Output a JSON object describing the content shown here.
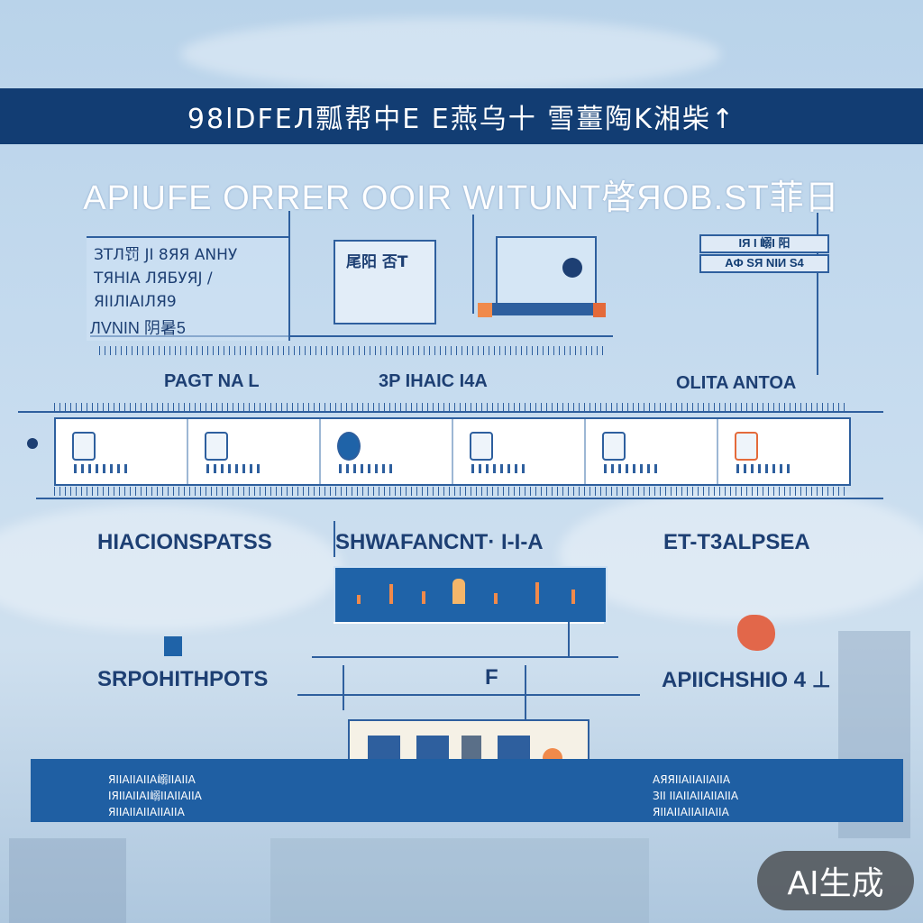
{
  "banner": {
    "title": "98lDFЕЛ瓢帮中E E燕乌十 雪薑陶K湘柴↑"
  },
  "headline": "APIUFE ORRER OOIR WITUNT啓ЯOB.ST菲日",
  "left_panel": {
    "lines": [
      "ЗТЛ罚 JI 8ЯЯ ANНУ",
      "ТЯНIA ЛЯБУЯJ /",
      "ЯIIЛIAIЛЯ9",
      "ЛVNIN 阴暑5"
    ]
  },
  "center_box": {
    "text": "尾阳 否T"
  },
  "right_tags": {
    "line1": "IЯ I 嵶I 阳",
    "line2": "AФ SЯ NIИ S4"
  },
  "section_labels": {
    "upper_left": "PAGT NA L",
    "upper_mid": "3P IHAIC I4A",
    "upper_right": "OLITA ANTOA",
    "mid_left": "HIACIONSPATSS",
    "mid_center": "SHWAFANCNT· I-I-A",
    "mid_right": "ET-T3ALPSEA",
    "low_left": "SRPOHITHPOTS",
    "low_center": "F",
    "low_right": "APIICHSHIO 4 ⊥"
  },
  "bottom_band": {
    "left_lines": [
      "ЯIIAIIAIIA嵶IIAIIA",
      "IЯIIAIIAI嵶IIAIIAIIA",
      "ЯIIAIIAIIAIIAIIA"
    ],
    "right_lines": [
      "AЯЯIIAIIAIIAIIA",
      "ЗII IIAIIAIIAIIAIIA",
      "ЯIIAIIAIIAIIAIIA"
    ]
  },
  "badge": "AI生成",
  "colors": {
    "navy": "#123d73",
    "line": "#2e5f9e",
    "accent_orange": "#f08a4b",
    "band_blue": "#1f5fa3"
  }
}
